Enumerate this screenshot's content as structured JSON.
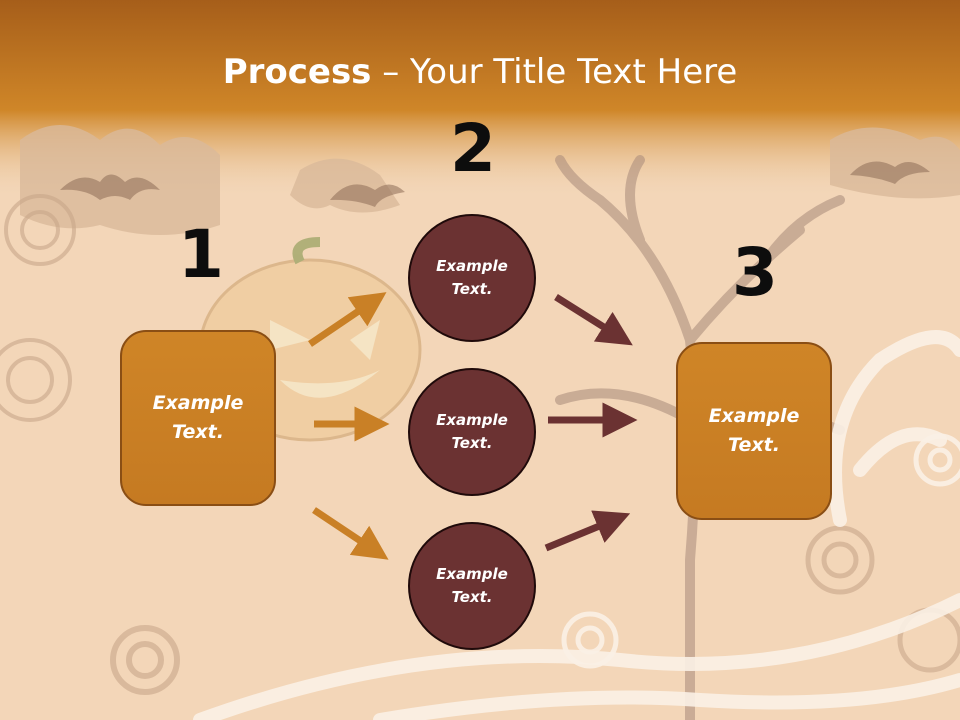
{
  "title": {
    "bold": "Process",
    "rest": " – Your Title Text Here"
  },
  "steps": {
    "one": "1",
    "two": "2",
    "three": "3"
  },
  "boxes": {
    "left": "Example\nText.",
    "right": "Example\nText."
  },
  "circles": {
    "top": "Example\nText.",
    "middle": "Example\nText.",
    "bottom": "Example\nText."
  },
  "colors": {
    "box": "#c98026",
    "circle": "#6b3232",
    "arrow_orange": "#c98026",
    "arrow_maroon": "#6b3232",
    "banner": "#c8801f"
  }
}
